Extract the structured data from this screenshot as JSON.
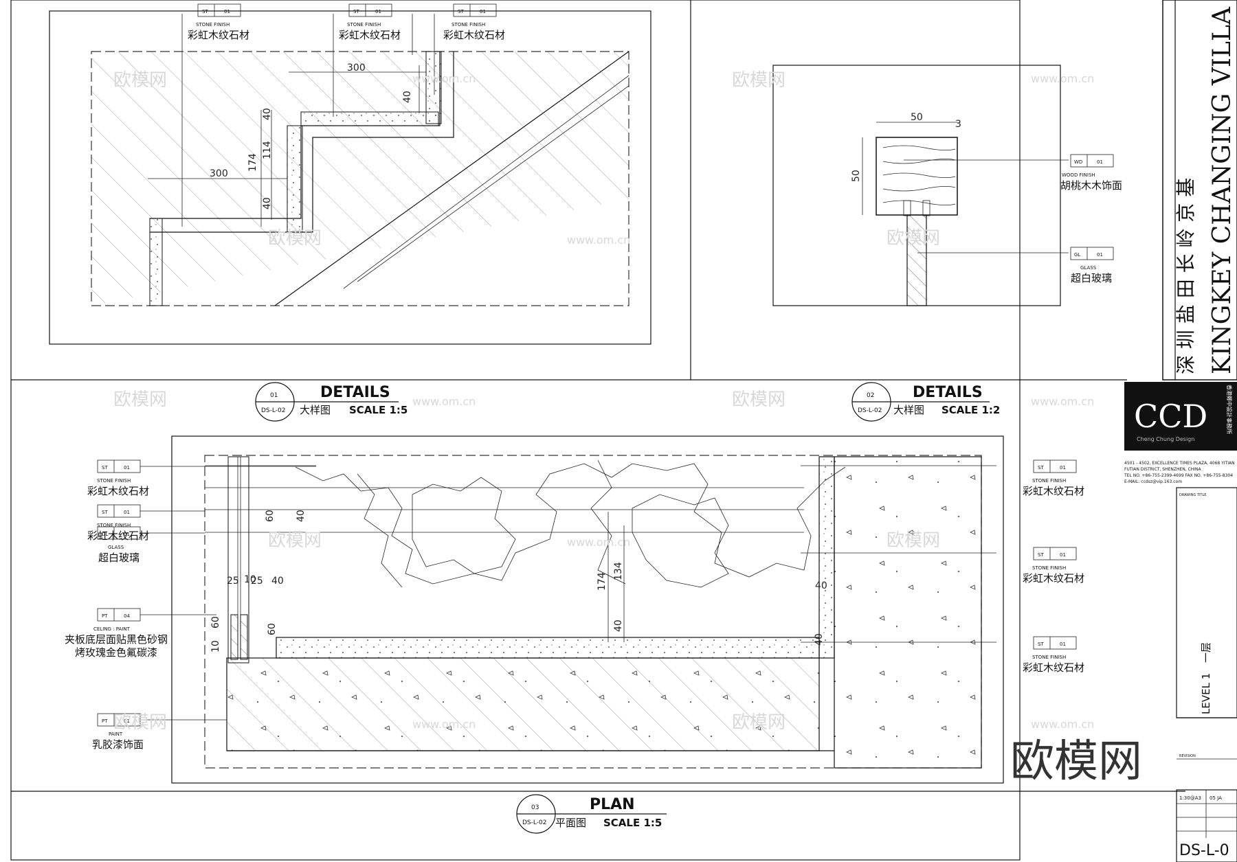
{
  "details_1": {
    "tags": [
      {
        "code": "ST",
        "num": "01",
        "cat": "STONE FINISH",
        "name": "彩虹木纹石材"
      },
      {
        "code": "ST",
        "num": "01",
        "cat": "STONE FINISH",
        "name": "彩虹木纹石材"
      },
      {
        "code": "ST",
        "num": "01",
        "cat": "STONE FINISH",
        "name": "彩虹木纹石材"
      }
    ],
    "dims": [
      "300",
      "40",
      "40",
      "174",
      "114",
      "300",
      "40"
    ],
    "title": {
      "circle_num": "01",
      "circle_ref": "DS-L-02",
      "en": "DETAILS",
      "cn": "大样图",
      "scale": "SCALE   1:5"
    }
  },
  "details_2": {
    "tags": [
      {
        "code": "WD",
        "num": "01",
        "cat": "WOOD FINISH",
        "name": "胡桃木木饰面"
      },
      {
        "code": "GL",
        "num": "01",
        "cat": "GLASS",
        "name": "超白玻璃"
      }
    ],
    "dims": [
      "50",
      "50",
      "3"
    ],
    "title": {
      "circle_num": "02",
      "circle_ref": "DS-L-02",
      "en": "DETAILS",
      "cn": "大样图",
      "scale": "SCALE   1:2"
    }
  },
  "plan": {
    "tags_left": [
      {
        "code": "ST",
        "num": "01",
        "cat": "STONE FINISH",
        "name": "彩虹木纹石材"
      },
      {
        "code": "ST",
        "num": "01",
        "cat": "STONE FINISH",
        "name": "彩虹木纹石材"
      },
      {
        "code": "GL",
        "num": "01",
        "cat": "GLASS",
        "name": "超白玻璃"
      },
      {
        "code": "PT",
        "num": "04",
        "cat": "CELING : PAINT",
        "name": "夹板底层面贴黑色砂钢",
        "name2": "烤玫瑰金色氟碳漆"
      },
      {
        "code": "PT",
        "num": "01",
        "cat": "PAINT",
        "name": "乳胶漆饰面"
      }
    ],
    "tags_right": [
      {
        "code": "ST",
        "num": "01",
        "cat": "STONE FINISH",
        "name": "彩虹木纹石材"
      },
      {
        "code": "ST",
        "num": "01",
        "cat": "STONE FINISH",
        "name": "彩虹木纹石材"
      },
      {
        "code": "ST",
        "num": "01",
        "cat": "STONE FINISH",
        "name": "彩虹木纹石材"
      }
    ],
    "dims": [
      "60",
      "40",
      "25",
      "10",
      "25",
      "40",
      "60",
      "10",
      "60",
      "174",
      "134",
      "40",
      "40",
      "40"
    ],
    "title": {
      "circle_num": "03",
      "circle_ref": "DS-L-02",
      "en": "PLAN",
      "cn": "平面图",
      "scale": "SCALE   1:5"
    }
  },
  "title_block": {
    "project_cn": "深 圳 盐 田 长 岭 京 基",
    "project_en": "KINGKEY CHANGING VILLA",
    "logo": "CCD",
    "logo_sub": "Cheng Chung Design",
    "logo_side": "香港鄭中設計事務所",
    "address": [
      "4501 - 4502, EXCELLENCE TIMES PLAZA, 4068 YITIAN",
      "FUTIAN DISTRICT, SHENZHEN, CHINA",
      "TEL NO. +86-755-2399-4699   FAX NO. +86-755-8304",
      "E-MAIL: ccdsz@vip.163.com"
    ],
    "drawing_title_label": "DRAWING TITLE",
    "level_en": "LEVEL 1",
    "level_cn": "一层",
    "revision_label": "REVISION",
    "scale_val": "1:30@A3",
    "date_val": "05 JA",
    "sheet_no": "DS-L-0"
  },
  "watermark": {
    "text": "欧模网",
    "url": "www.om.cn",
    "big": "欧模网"
  }
}
